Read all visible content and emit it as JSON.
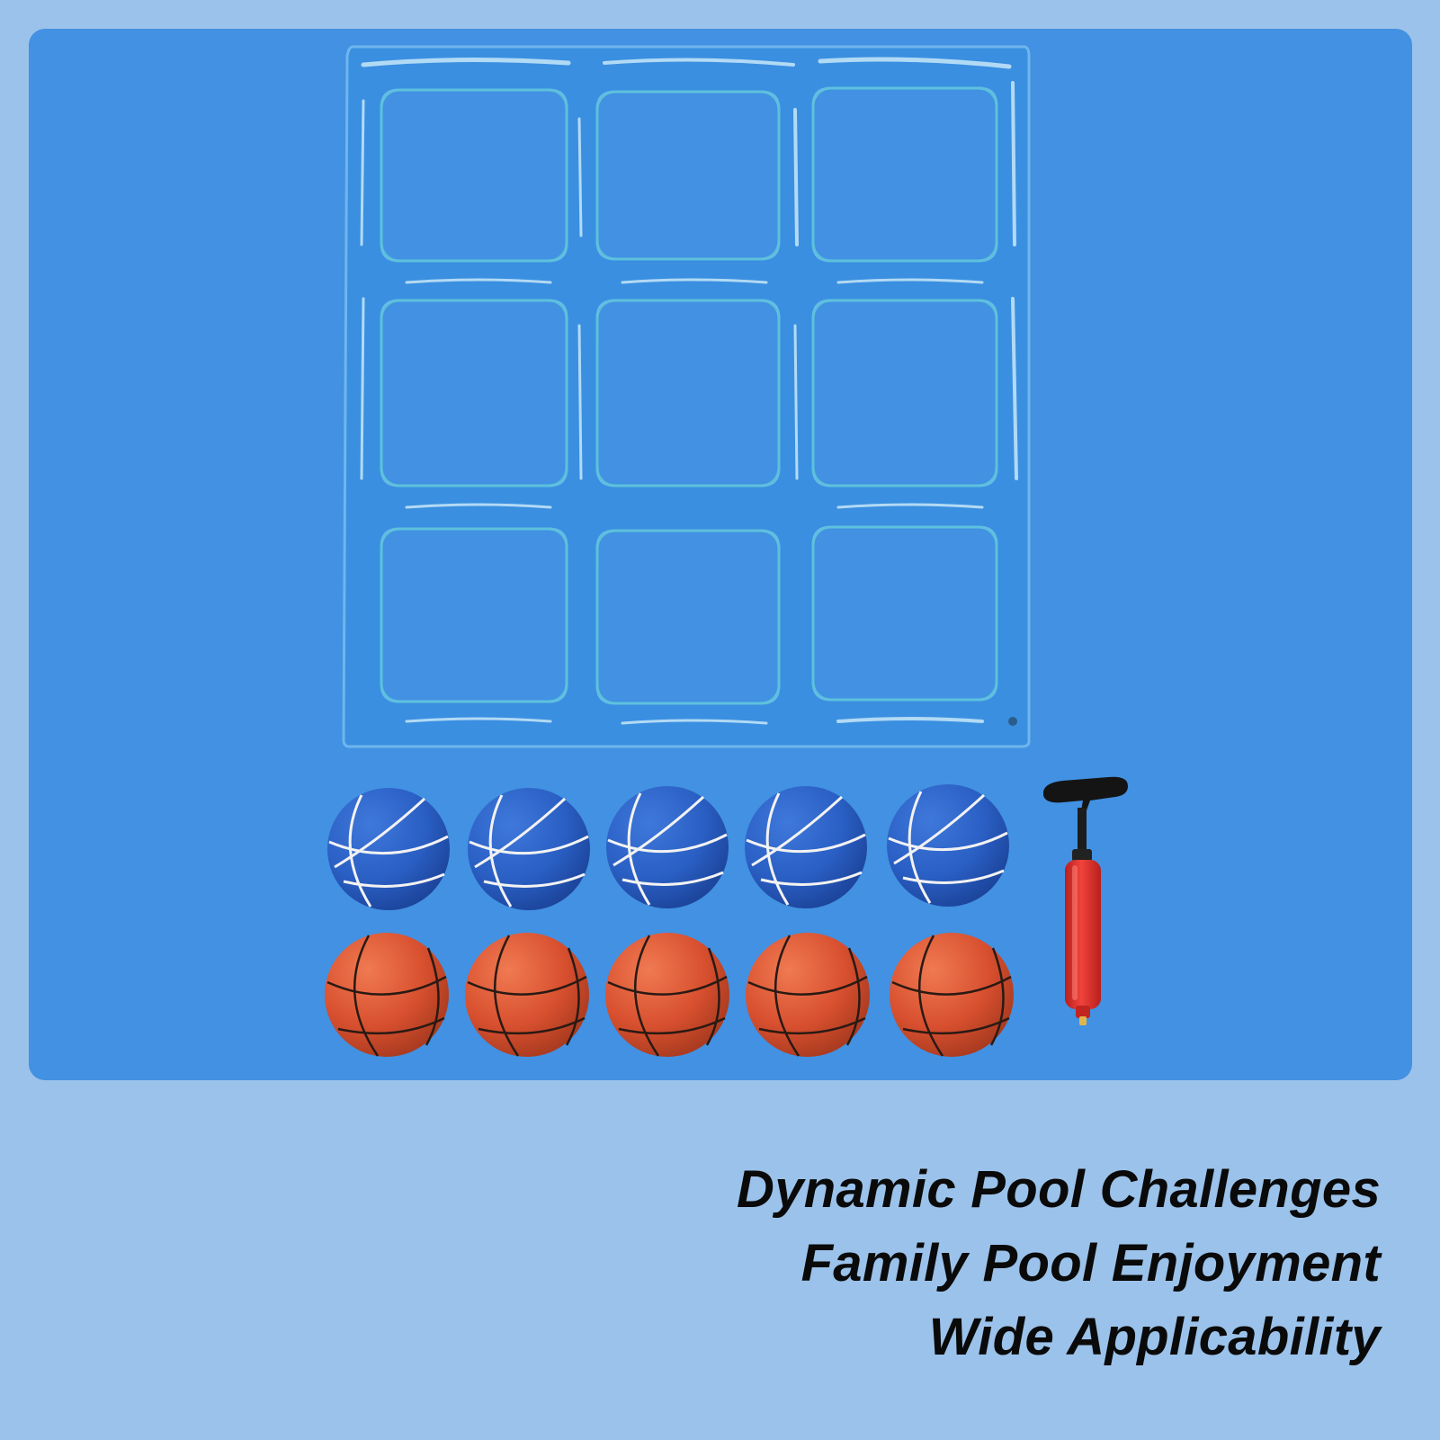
{
  "product_image": {
    "description_icon": "inflatable-tic-tac-toe-grid-icon",
    "grid": {
      "rows": 3,
      "cols": 3
    },
    "blue_ball_count": 5,
    "red_ball_count": 5,
    "colors": {
      "page_background": "#9bc2ea",
      "panel_background": "#4291e2",
      "grid_fill": "#3a8fe0",
      "grid_highlight": "#bfe4f7",
      "blue_ball": "#2a5fc4",
      "red_ball": "#d8502f",
      "pump_body": "#e8312e",
      "pump_handle": "#141414"
    }
  },
  "features": [
    {
      "text": "Dynamic Pool Challenges"
    },
    {
      "text": "Family Pool Enjoyment"
    },
    {
      "text": "Wide Applicability"
    }
  ]
}
